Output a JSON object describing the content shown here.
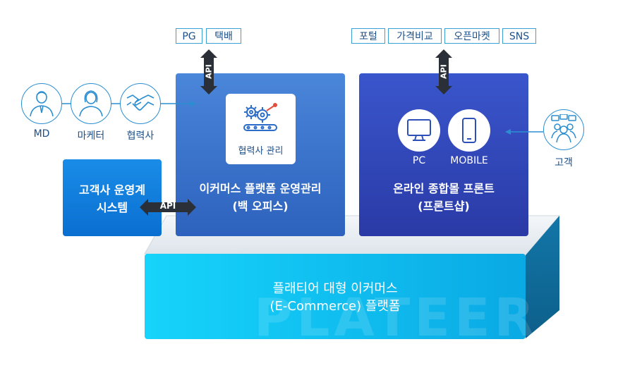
{
  "top_tags_left": [
    "PG",
    "택배"
  ],
  "top_tags_right": [
    "포털",
    "가격비교",
    "오픈마켓",
    "SNS"
  ],
  "roles": [
    "MD",
    "마케터",
    "협력사"
  ],
  "customer_label": "고객",
  "api_label": "API",
  "client_system": {
    "line1": "고객사 운영계",
    "line2": "시스템"
  },
  "backoffice": {
    "card_label": "협력사 관리",
    "title_line1": "이커머스 플랫폼 운영관리",
    "title_line2": "(백 오피스)"
  },
  "frontshop": {
    "devices": [
      "PC",
      "MOBILE"
    ],
    "title_line1": "온라인 종합몰 프론트",
    "title_line2": "(프론트샵)"
  },
  "platform": {
    "line1": "플래티어 대형 이커머스",
    "line2": "(E-Commerce) 플랫폼",
    "watermark": "PLATEER"
  }
}
